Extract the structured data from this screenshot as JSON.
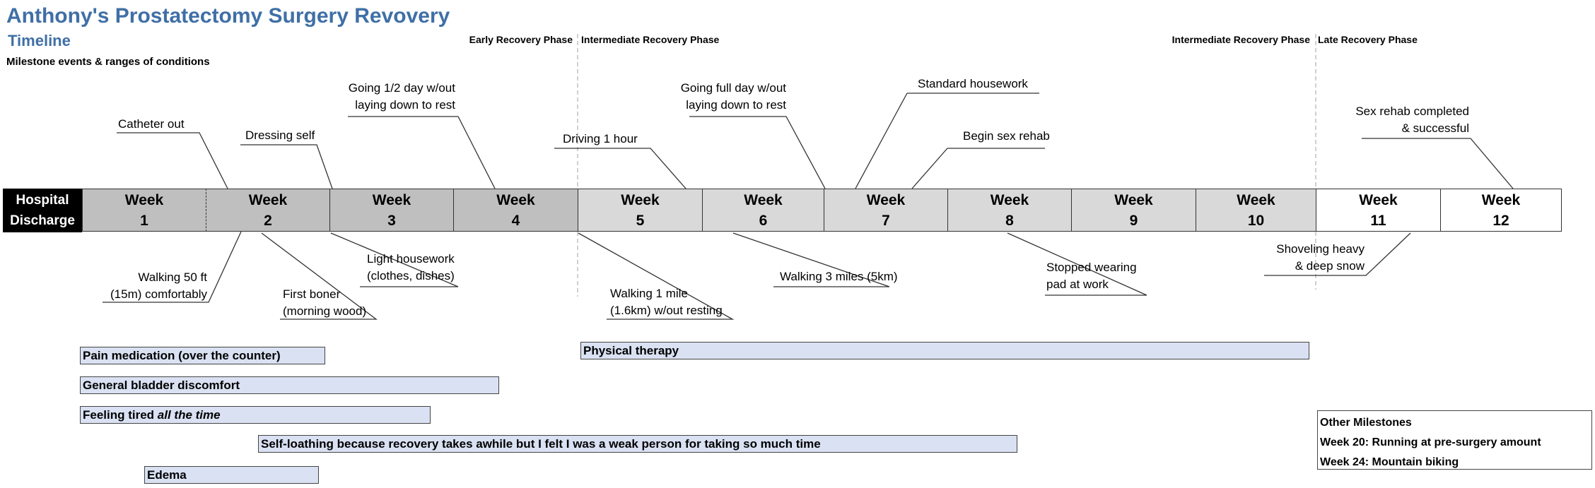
{
  "header": {
    "title": "Anthony's Prostatectomy Surgery Revovery",
    "subtitle": "Timeline",
    "caption": "Milestone events & ranges of conditions"
  },
  "phases": {
    "early": "Early Recovery Phase",
    "intermediate_start": "Intermediate Recovery Phase",
    "intermediate_end": "Intermediate Recovery Phase",
    "late": "Late Recovery Phase"
  },
  "hospital": {
    "line1": "Hospital",
    "line2": "Discharge"
  },
  "weeks": [
    {
      "label": "Week",
      "num": "1"
    },
    {
      "label": "Week",
      "num": "2"
    },
    {
      "label": "Week",
      "num": "3"
    },
    {
      "label": "Week",
      "num": "4"
    },
    {
      "label": "Week",
      "num": "5"
    },
    {
      "label": "Week",
      "num": "6"
    },
    {
      "label": "Week",
      "num": "7"
    },
    {
      "label": "Week",
      "num": "8"
    },
    {
      "label": "Week",
      "num": "9"
    },
    {
      "label": "Week",
      "num": "10"
    },
    {
      "label": "Week",
      "num": "11"
    },
    {
      "label": "Week",
      "num": "12"
    }
  ],
  "events_above": {
    "catheter": "Catheter out",
    "dressing": "Dressing self",
    "half_day_1": "Going 1/2 day w/out",
    "half_day_2": "laying down to rest",
    "driving": "Driving 1 hour",
    "full_day_1": "Going full day w/out",
    "full_day_2": "laying down to rest",
    "housework": "Standard housework",
    "sex_rehab": "Begin sex rehab",
    "sex_done_1": "Sex rehab completed",
    "sex_done_2": "& successful"
  },
  "events_below": {
    "walk50_1": "Walking 50 ft",
    "walk50_2": "(15m) comfortably",
    "boner_1": "First boner",
    "boner_2": "(morning wood)",
    "light_hw_1": "Light housework",
    "light_hw_2": "(clothes, dishes)",
    "walk1mi_1": "Walking 1 mile",
    "walk1mi_2": "(1.6km) w/out resting",
    "walk3mi": "Walking 3 miles (5km)",
    "pad_1": "Stopped wearing",
    "pad_2": "pad at work",
    "shovel_1": "Shoveling heavy",
    "shovel_2": "& deep snow"
  },
  "conditions": {
    "pain": "Pain medication (over the counter)",
    "bladder": "General bladder discomfort",
    "tired_a": "Feeling tired ",
    "tired_b": "all the time",
    "loathing": "Self-loathing because recovery takes awhile but I felt I was a weak person for taking so much time",
    "edema": "Edema",
    "pt": "Physical therapy"
  },
  "other": {
    "title": "Other Milestones",
    "m1": "Week 20: Running at pre-surgery amount",
    "m2": "Week 24: Mountain biking"
  }
}
